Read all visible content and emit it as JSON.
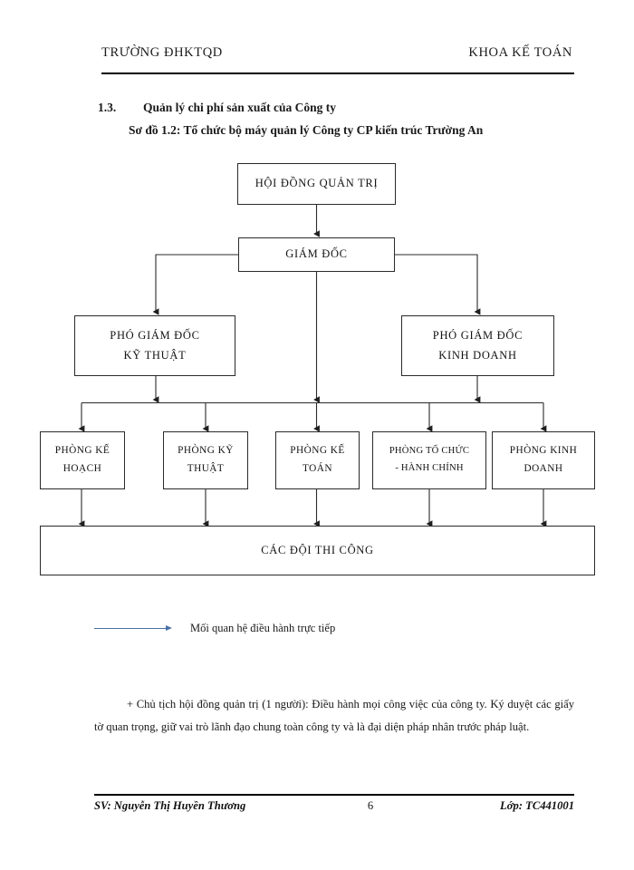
{
  "header": {
    "left": "TRƯỜNG ĐHKTQD",
    "right": "KHOA KẾ TOÁN"
  },
  "section": {
    "number": "1.3.",
    "title": "Quản lý chi phí sản xuất của Công ty",
    "figure_caption": "Sơ đồ 1.2: Tổ chức bộ máy quản lý Công ty CP kiến trúc Trường An"
  },
  "org_chart": {
    "nodes": [
      {
        "id": "board",
        "label_line1": "HỘI ĐỒNG QUẢN TRỊ",
        "label_line2": ""
      },
      {
        "id": "director",
        "label_line1": "GIÁM ĐỐC",
        "label_line2": ""
      },
      {
        "id": "deputy-tech",
        "label_line1": "PHÓ GIÁM ĐỐC",
        "label_line2": "KỸ THUẬT"
      },
      {
        "id": "deputy-biz",
        "label_line1": "PHÓ GIÁM ĐỐC",
        "label_line2": "KINH DOANH"
      },
      {
        "id": "dept-plan",
        "label_line1": "PHÒNG KẾ",
        "label_line2": "HOẠCH"
      },
      {
        "id": "dept-tech",
        "label_line1": "PHÒNG KỸ",
        "label_line2": "THUẬT"
      },
      {
        "id": "dept-account",
        "label_line1": "PHÒNG KẾ",
        "label_line2": "TOÁN"
      },
      {
        "id": "dept-org",
        "label_line1": "PHÒNG TỔ CHỨC",
        "label_line2": "- HÀNH CHÍNH"
      },
      {
        "id": "dept-biz",
        "label_line1": "PHÒNG KINH",
        "label_line2": "DOANH"
      },
      {
        "id": "teams",
        "label_line1": "CÁC ĐỘI THI CÔNG",
        "label_line2": ""
      }
    ],
    "line_color": "#2a2a2a"
  },
  "legend": {
    "text": "Mối quan hệ điều hành trực tiếp",
    "arrow_color": "#4a6fa5"
  },
  "body": {
    "paragraph": "+ Chủ tịch hội đồng quản trị (1 người): Điều hành mọi công việc của công ty. Ký duyệt các giấy tờ quan trọng, giữ vai trò lãnh đạo chung toàn công ty và là đại diện pháp nhân trước pháp luật."
  },
  "footer": {
    "student": "SV: Nguyễn Thị Huyền Thương",
    "page_number": "6",
    "class": "Lớp: TC441001"
  }
}
